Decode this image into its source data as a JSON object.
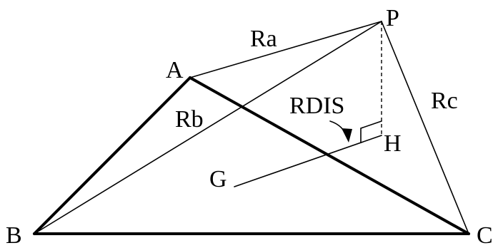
{
  "diagram": {
    "points": {
      "A": "A",
      "B": "B",
      "C": "C",
      "P": "P",
      "G": "G",
      "H": "H"
    },
    "distances": {
      "ra": "Ra",
      "rb": "Rb",
      "rc": "Rc",
      "rdis": "RDIS"
    }
  }
}
